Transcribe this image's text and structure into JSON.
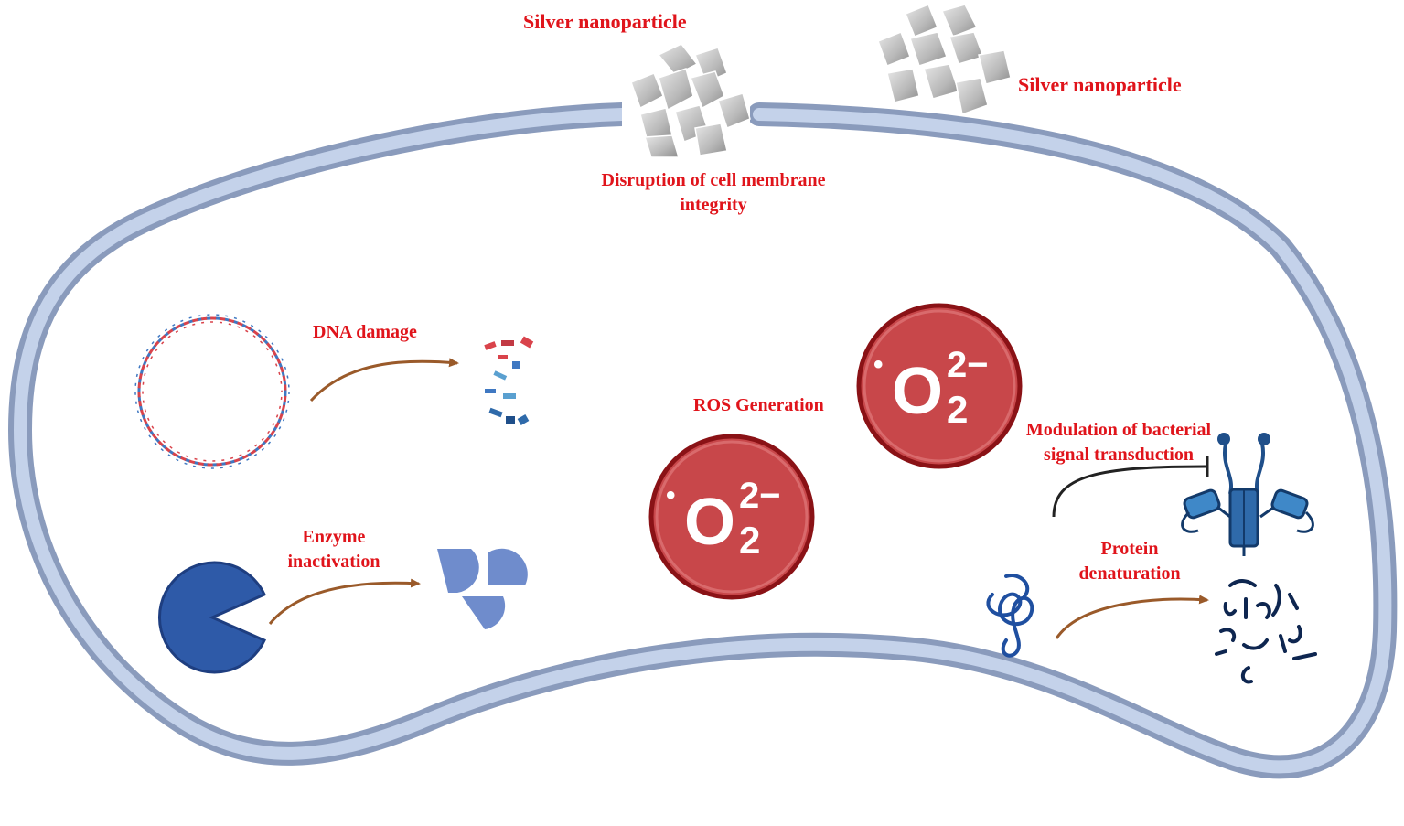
{
  "labels": {
    "silver_np_top": "Silver nanoparticle",
    "silver_np_right": "Silver nanoparticle",
    "membrane_line1": "Disruption of cell membrane",
    "membrane_line2": "integrity",
    "dna_damage": "DNA damage",
    "enzyme_line1": "Enzyme",
    "enzyme_line2": "inactivation",
    "ros_generation": "ROS Generation",
    "signal_line1": "Modulation of bacterial",
    "signal_line2": "signal transduction",
    "protein_line1": "Protein",
    "protein_line2": "denaturation"
  },
  "ros_symbol": {
    "radical_dot": "•",
    "base": "O",
    "subscript": "2",
    "superscript": "2−"
  },
  "colors": {
    "label_red": "#e0141b",
    "membrane_outer": "#8a9bbc",
    "membrane_inner": "#c4d2ea",
    "ros_fill": "#c8474a",
    "ros_ring": "#8a1216",
    "arrow_brown": "#9a5a2a",
    "enzyme_blue": "#2e5aa8",
    "protein_blue": "#1f4fa0",
    "dna_red": "#d9434b",
    "dna_blue": "#3f78c2"
  },
  "icons": [
    "silver-nanoparticle-cluster-icon",
    "dna-plasmid-icon",
    "dna-fragments-icon",
    "enzyme-pacman-icon",
    "inactivated-enzyme-icon",
    "superoxide-radical-icon",
    "membrane-receptor-icon",
    "folded-protein-icon",
    "denatured-protein-icon"
  ]
}
